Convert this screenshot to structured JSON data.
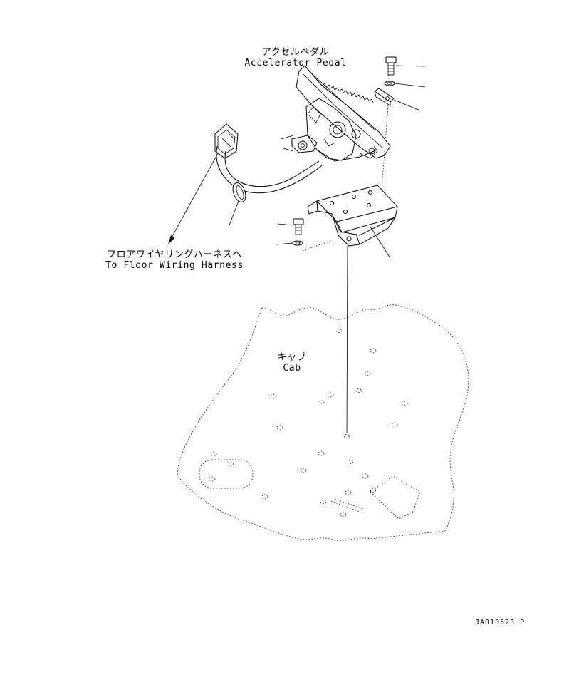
{
  "labels": {
    "pedal_jp": "アクセルペダル",
    "pedal_en": "Accelerator Pedal",
    "harness_jp": "フロアワイヤリングハーネスへ",
    "harness_en": "To Floor Wiring Harness",
    "cab_jp": "キャブ",
    "cab_en": "Cab"
  },
  "drawing_ref": "JA010523 P"
}
